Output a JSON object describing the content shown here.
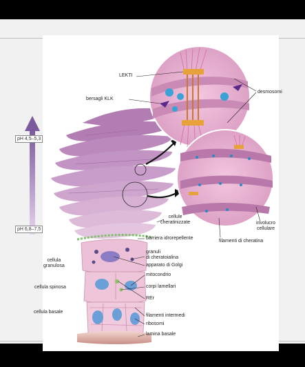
{
  "labels": {
    "lekti": "LEKTI",
    "bersagli_klk": "bersagli KLK",
    "desmosomi": "desmosomi",
    "ph_top": "pH 4,5–5,3",
    "ph_bottom": "pH 6,8–7,5",
    "cellule_cheratinizzate": "cellule\ncheratinizzate",
    "involucro_cellulare": "involucro\ncellulare",
    "filamenti_di_cheratina": "filamenti di cheratina",
    "barriera_idrorepellente": "barriera idrorepellente",
    "granuli_di_cheratoialina": "granuli\ndi cheratoialina",
    "cellula_granulosa": "cellula\ngranulosa",
    "apparato_di_golgi": "apparato di Golgi",
    "mitocondrio": "mitocondrio",
    "cellula_spinosa": "cellula spinosa",
    "corpi_lamellari": "corpi lamellari",
    "rer": "REr",
    "cellula_basale": "cellula basale",
    "filamenti_intermedi": "filamenti intermedi",
    "ribosomi": "ribosomi",
    "lamina_basale": "lamina basale"
  },
  "colors": {
    "panel_bg": "#f1f1f1",
    "arrow_purple": "#8a6aa6",
    "cell_pink": "#e9b7cf",
    "corneocyte_purple": "#b787b5",
    "desmosome_orange": "#e8a23c",
    "klk_blue": "#3aa3d6",
    "nucleus_blue": "#6a9fd8"
  }
}
